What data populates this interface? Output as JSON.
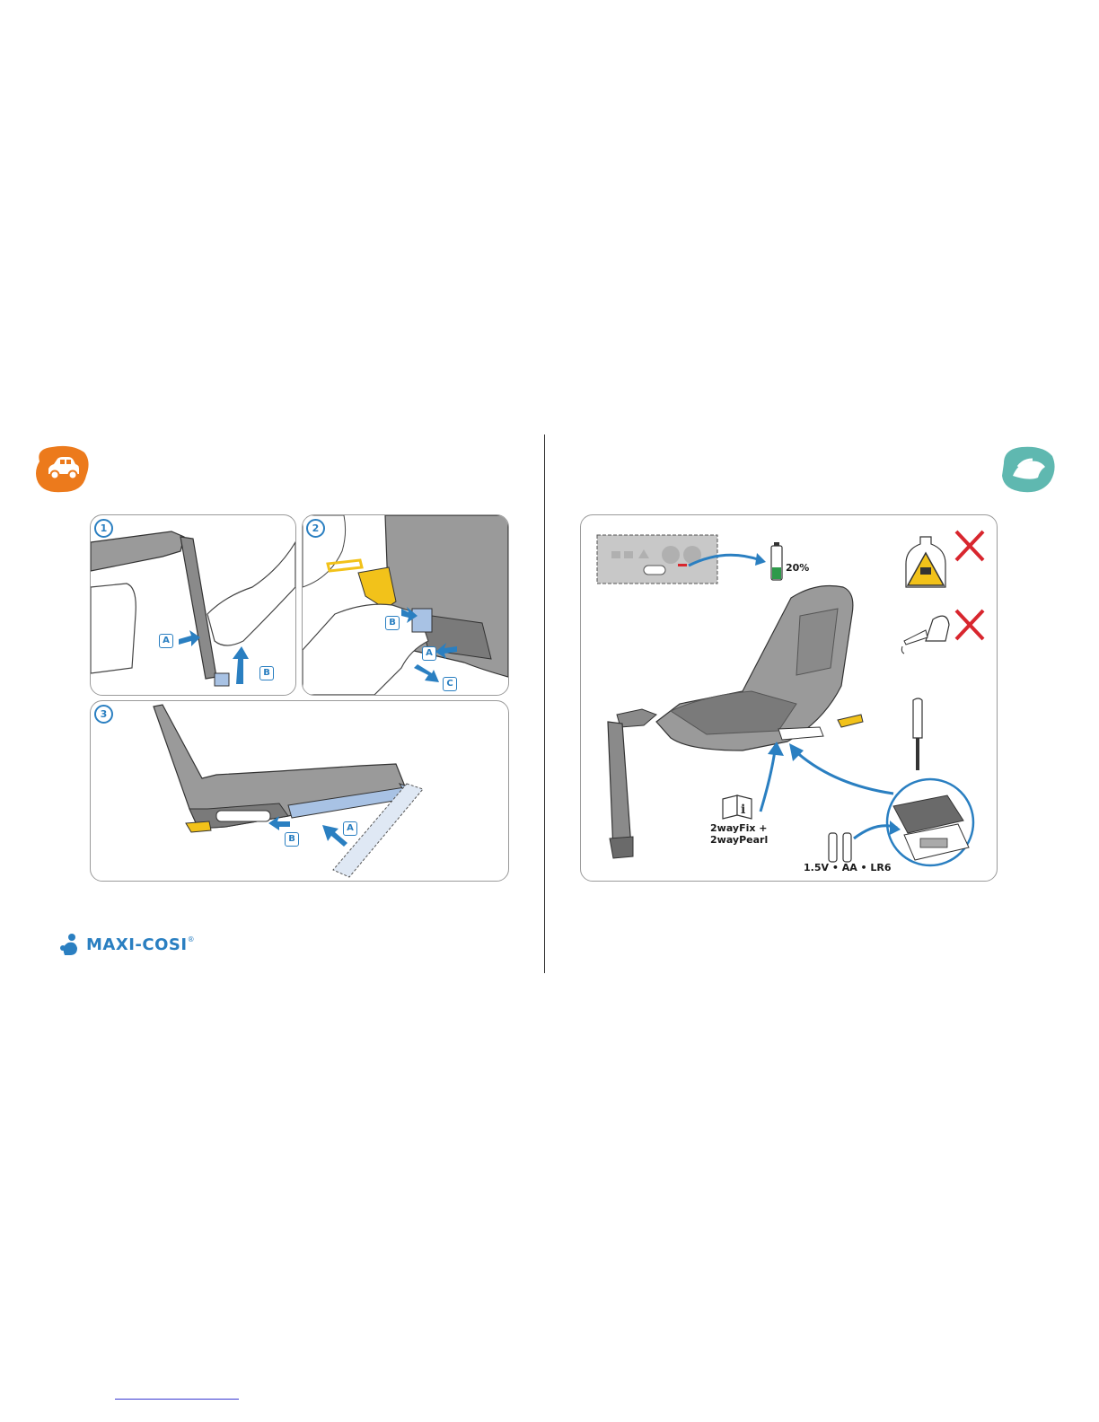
{
  "left": {
    "steps": [
      {
        "number": "1",
        "tags": [
          "A",
          "B"
        ]
      },
      {
        "number": "2",
        "tags": [
          "B",
          "A",
          "C"
        ]
      },
      {
        "number": "3",
        "tags": [
          "A",
          "B"
        ]
      }
    ]
  },
  "right": {
    "battery_level": "20%",
    "manual_lines": [
      "2wayFix +",
      "2wayPearl"
    ],
    "battery_spec": "1.5V • AA • LR6"
  },
  "brand": {
    "logo_text": "MAXI-COSI",
    "registered": "®"
  },
  "colors": {
    "accent_blue": "#2a7fc1",
    "orange": "#ec7a1c",
    "teal": "#5fb8b0",
    "warning_red": "#d8262e",
    "yellow": "#f2c21a"
  },
  "icons": {
    "car": "car-icon",
    "cleaning": "cleaning-cloth-icon",
    "battery": "battery-icon",
    "book": "manual-book-icon"
  }
}
